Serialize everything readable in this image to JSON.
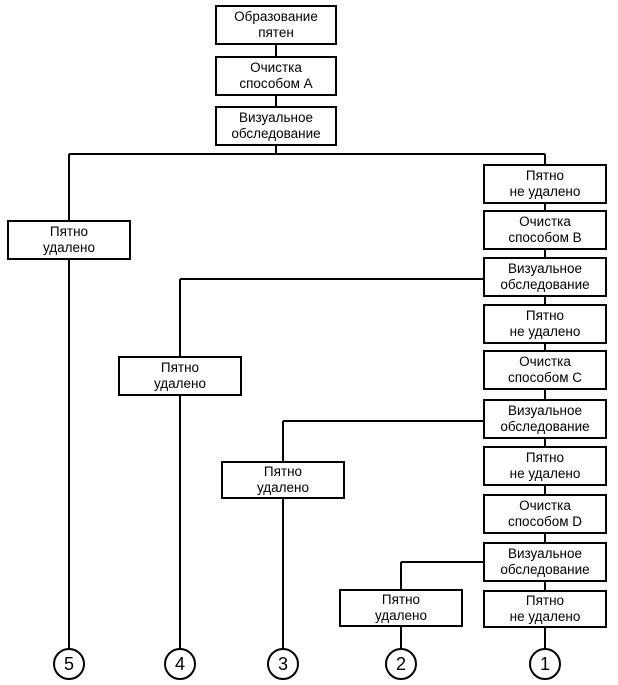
{
  "boxes": {
    "formation": "Образование\nпятен",
    "clean_a": "Очистка\nспособом А",
    "visual_1": "Визуальное\nобследование",
    "removed_5": "Пятно\nудалено",
    "not_removed_1": "Пятно\nне удалено",
    "clean_b": "Очистка\nспособом В",
    "visual_2": "Визуальное\nобследование",
    "removed_4": "Пятно\nудалено",
    "not_removed_2": "Пятно\nне удалено",
    "clean_c": "Очистка\nспособом С",
    "visual_3": "Визуальное\nобследование",
    "removed_3": "Пятно\nудалено",
    "not_removed_3": "Пятно\nне удалено",
    "clean_d": "Очистка\nспособом D",
    "visual_4": "Визуальное\nобследование",
    "removed_2": "Пятно\nудалено",
    "not_removed_4": "Пятно\nне удалено"
  },
  "outcomes": {
    "o1": "1",
    "o2": "2",
    "o3": "3",
    "o4": "4",
    "o5": "5"
  }
}
